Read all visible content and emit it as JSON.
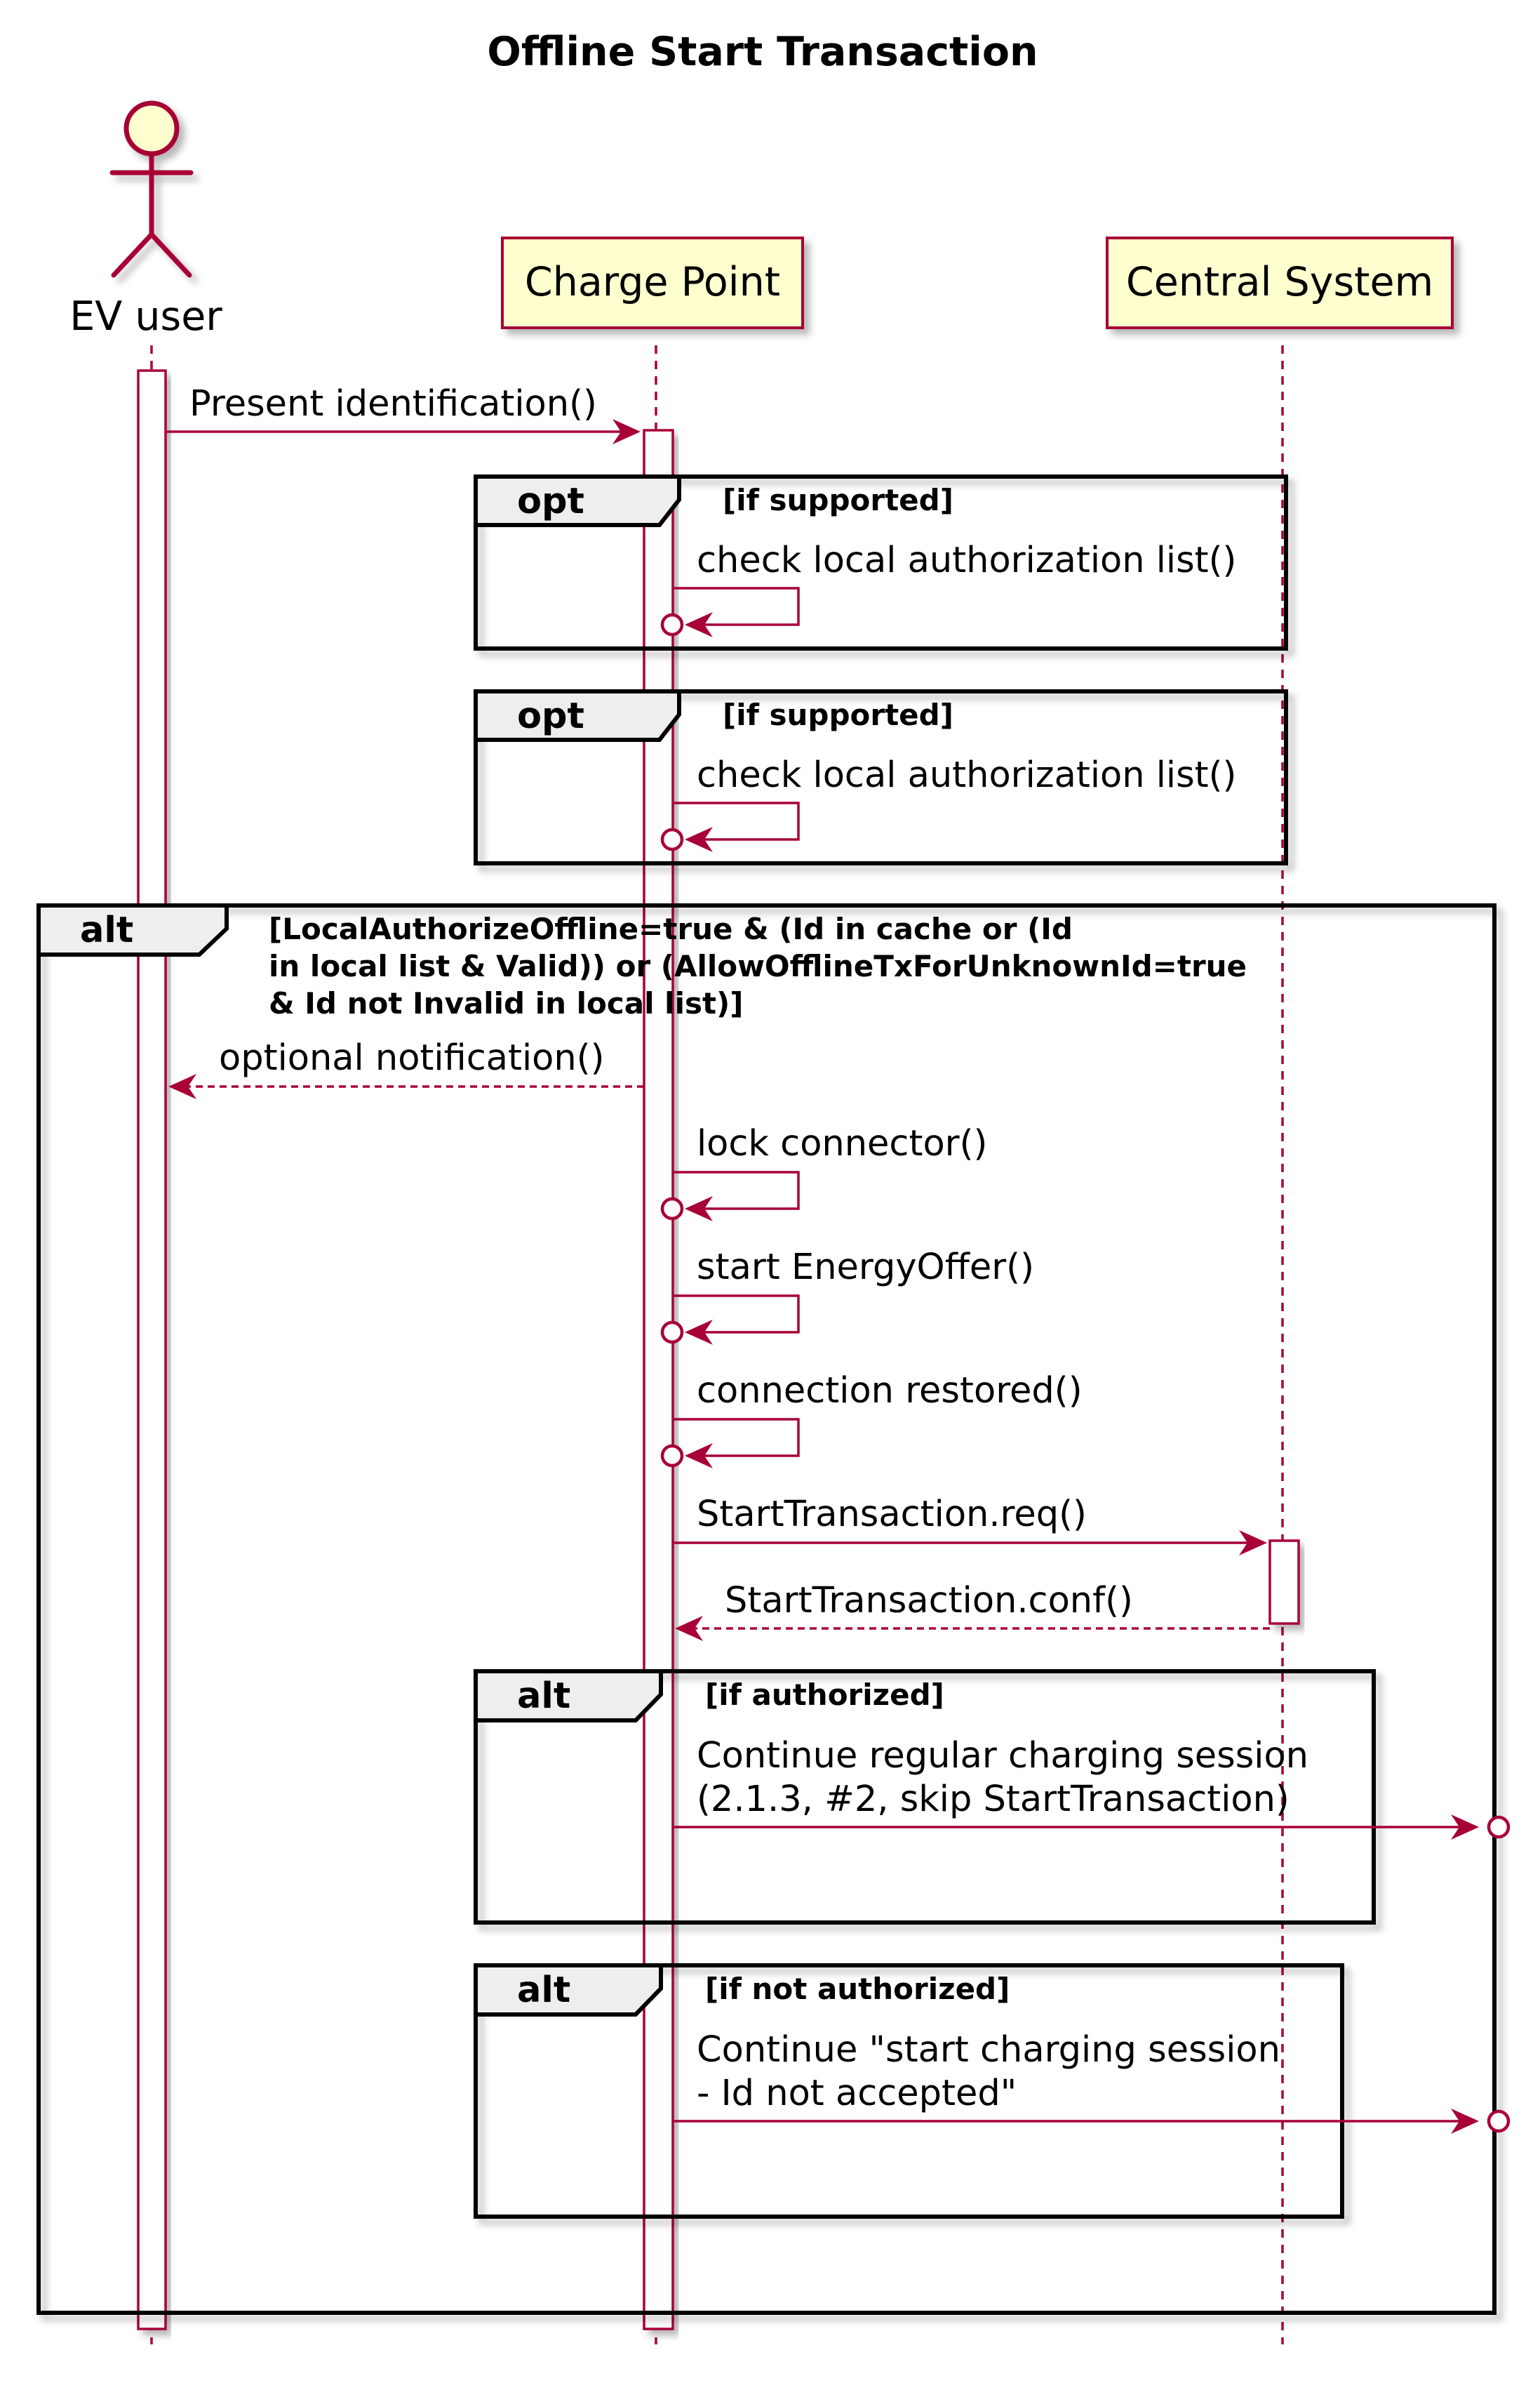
{
  "title": "Offline Start Transaction",
  "participants": [
    {
      "id": "ev",
      "label": "EV user",
      "kind": "actor"
    },
    {
      "id": "cp",
      "label": "Charge Point",
      "kind": "participant"
    },
    {
      "id": "cs",
      "label": "Central System",
      "kind": "participant"
    }
  ],
  "messages": [
    {
      "text": [
        "Present identification()"
      ],
      "from": "ev",
      "to": "cp",
      "style": "solid"
    },
    {
      "text": [
        "check local authorization list()"
      ],
      "from": "cp",
      "to": "cp",
      "style": "self"
    },
    {
      "text": [
        "check local authorization list()"
      ],
      "from": "cp",
      "to": "cp",
      "style": "self"
    },
    {
      "text": [
        "optional notification()"
      ],
      "from": "cp",
      "to": "ev",
      "style": "dashed"
    },
    {
      "text": [
        "lock connector()"
      ],
      "from": "cp",
      "to": "cp",
      "style": "self"
    },
    {
      "text": [
        "start EnergyOffer()"
      ],
      "from": "cp",
      "to": "cp",
      "style": "self"
    },
    {
      "text": [
        "connection restored()"
      ],
      "from": "cp",
      "to": "cp",
      "style": "self"
    },
    {
      "text": [
        "StartTransaction.req()"
      ],
      "from": "cp",
      "to": "cs",
      "style": "solid"
    },
    {
      "text": [
        "StartTransaction.conf()"
      ],
      "from": "cs",
      "to": "cp",
      "style": "dashed"
    },
    {
      "text": [
        "Continue regular charging session",
        "(2.1.3, #2, skip StartTransaction)"
      ],
      "from": "cp",
      "to": "out",
      "style": "lost"
    },
    {
      "text": [
        "Continue \"start charging session",
        "- Id not accepted\""
      ],
      "from": "cp",
      "to": "out",
      "style": "lost"
    }
  ],
  "fragments": [
    {
      "keyword": "opt",
      "condition": [
        "[if supported]"
      ]
    },
    {
      "keyword": "opt",
      "condition": [
        "[if supported]"
      ]
    },
    {
      "keyword": "alt",
      "condition": [
        "[LocalAuthorizeOffline=true & (Id in cache or (Id",
        "in local list & Valid)) or (AllowOfflineTxForUnknownId=true",
        "& Id not Invalid in local list)]"
      ]
    },
    {
      "keyword": "alt",
      "condition": [
        "[if authorized]"
      ]
    },
    {
      "keyword": "alt",
      "condition": [
        "[if not authorized]"
      ]
    }
  ],
  "colors": {
    "line": "#A80036",
    "participant_fill": "#FEFECE",
    "fragment_tab": "#EEEEEE",
    "frame": "#000000"
  }
}
